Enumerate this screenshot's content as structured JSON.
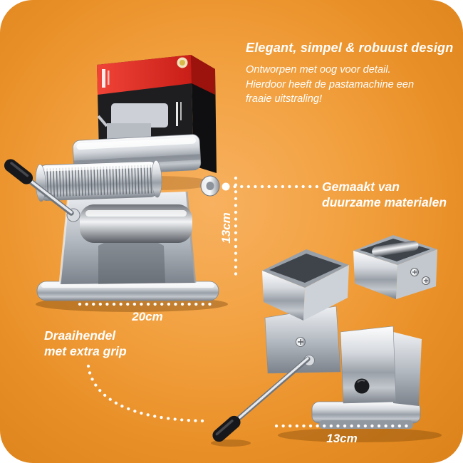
{
  "design": {
    "title": "Elegant, simpel & robuust design",
    "body_lines": [
      "Ontworpen met oog voor detail.",
      "Hierdoor heeft de pastamachine een",
      "fraaie uitstraling!"
    ]
  },
  "callouts": {
    "materials_lines": [
      "Gemaakt van",
      "duurzame materialen"
    ],
    "handle_lines": [
      "Draaihendel",
      "met extra grip"
    ]
  },
  "dimensions": {
    "height": "13cm",
    "width": "20cm",
    "depth": "13cm"
  },
  "colors": {
    "background_center": "#f8b160",
    "background_edge": "#db821a",
    "text": "#ffffff",
    "box_red": "#e63329",
    "box_black": "#1e1e21",
    "steel_light": "#f4f6f8",
    "steel_dark": "#7c828b"
  },
  "illustrations": {
    "box": "pasta-machine-retail-box",
    "machine_front": "pasta-machine-with-crank-front-view",
    "machine_detail": "pasta-machine-rollers-detail-view"
  }
}
